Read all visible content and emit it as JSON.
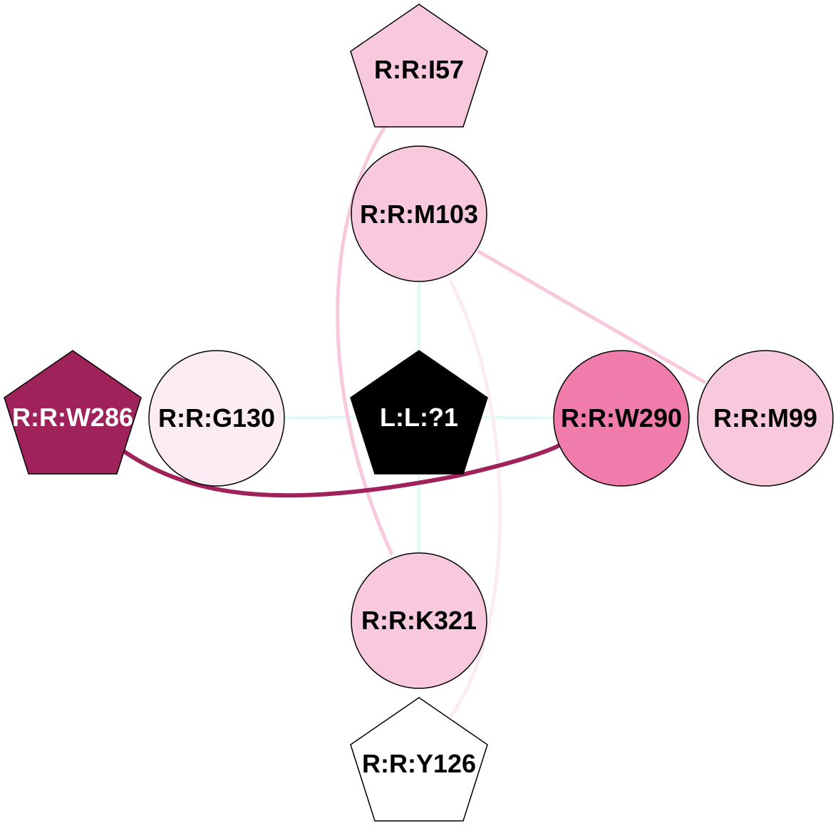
{
  "nodes": {
    "center": {
      "label": "L:L:?1",
      "fill": "#000000",
      "text_color": "#ffffff",
      "shape": "pentagon"
    },
    "m103": {
      "label": "R:R:M103",
      "fill": "#f8c8dc",
      "text_color": "#000000",
      "shape": "circle"
    },
    "i57": {
      "label": "R:R:I57",
      "fill": "#f8c8dc",
      "text_color": "#000000",
      "shape": "pentagon"
    },
    "g130": {
      "label": "R:R:G130",
      "fill": "#fbecf3",
      "text_color": "#000000",
      "shape": "circle"
    },
    "w286": {
      "label": "R:R:W286",
      "fill": "#a0225a",
      "text_color": "#ffffff",
      "shape": "pentagon"
    },
    "w290": {
      "label": "R:R:W290",
      "fill": "#ef7cab",
      "text_color": "#000000",
      "shape": "circle"
    },
    "m99": {
      "label": "R:R:M99",
      "fill": "#f8c8dc",
      "text_color": "#000000",
      "shape": "circle"
    },
    "k321": {
      "label": "R:R:K321",
      "fill": "#f8c8dc",
      "text_color": "#000000",
      "shape": "circle"
    },
    "y126": {
      "label": "R:R:Y126",
      "fill": "#ffffff",
      "text_color": "#000000",
      "shape": "pentagon"
    }
  },
  "edges": [
    {
      "from": "center",
      "to": "m103",
      "color": "#e0fafa"
    },
    {
      "from": "center",
      "to": "g130",
      "color": "#e0fafa"
    },
    {
      "from": "center",
      "to": "w290",
      "color": "#e0fafa"
    },
    {
      "from": "center",
      "to": "k321",
      "color": "#e0fafa"
    },
    {
      "from": "i57",
      "to": "k321",
      "color": "#f8c8dc"
    },
    {
      "from": "m103",
      "to": "m99",
      "color": "#f8c8dc"
    },
    {
      "from": "m103",
      "to": "y126",
      "color": "#fbecf3"
    },
    {
      "from": "w286",
      "to": "w290",
      "color": "#a0225a"
    }
  ],
  "colors": {
    "ligand_edge": "#e0fafa",
    "strong": "#a0225a",
    "medium": "#ef7cab",
    "light": "#f8c8dc",
    "faint": "#fbecf3",
    "node_stroke": "#000000"
  }
}
